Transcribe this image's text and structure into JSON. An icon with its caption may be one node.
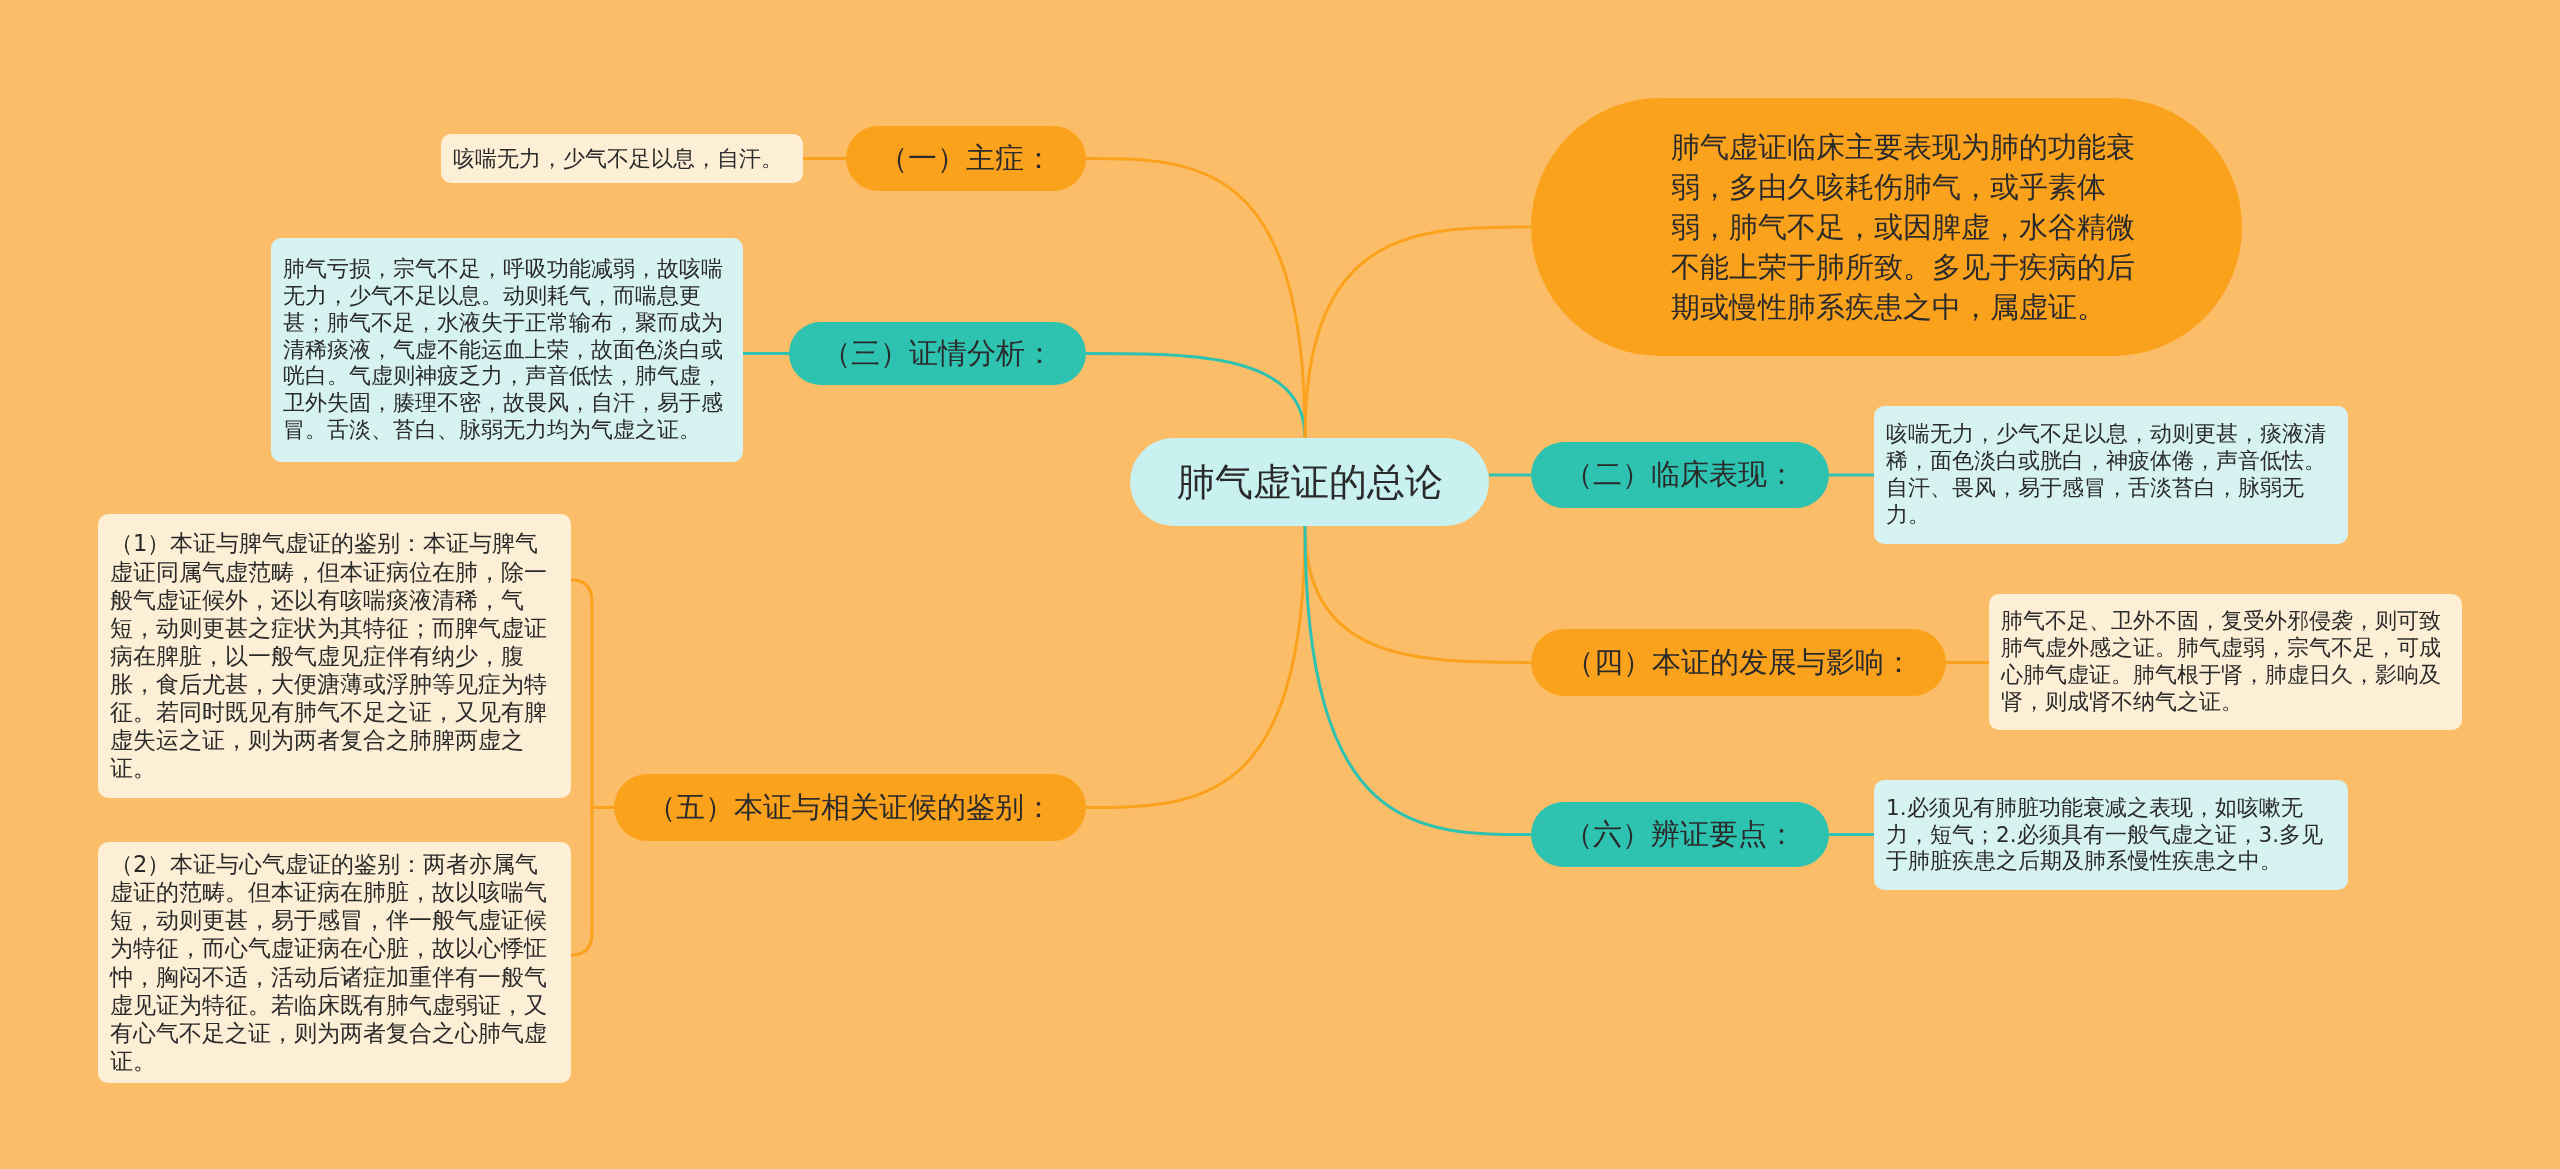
{
  "diagram": {
    "nodes": [
      {
        "text": [
          "肺气虚证的总论"
        ]
      },
      {
        "text": [
          "（一）主症："
        ]
      },
      {
        "text": [
          "咳喘无力，少气不足以息，自汗。"
        ]
      },
      {
        "text": [
          "（三）证情分析："
        ]
      },
      {
        "text": [
          "肺气亏损，宗气不足，呼吸功能减弱，故咳喘无力，少气不足以息。动则耗气，而喘息更甚；肺气不足，水液失于正常输布，聚而成为清稀痰液，气虚不能运血上荣，故面色淡白或咣白。气虚则神疲乏力，声音低怯，肺气虚，卫外失固，腠理不密，故畏风，自汗，易于感冒。舌淡、苔白、脉弱无力均为气虚之证。"
        ]
      },
      {
        "text": [
          "（五）本证与相关证候的鉴别："
        ]
      },
      {
        "text": [
          "（1）本证与脾气虚证的鉴别：本证与脾气虚证同属气虚范畴，但本证病位在肺，除一般气虚证候外，还以有咳喘痰液清稀，气短，动则更甚之症状为其特征；而脾气虚证病在脾脏，以一般气虚见症伴有纳少，腹胀，食后尤甚，大便溏薄或浮肿等见症为特征。若同时既见有肺气不足之证，又见有脾虚失运之证，则为两者复合之肺脾两虚之证。"
        ]
      },
      {
        "text": [
          "（2）本证与心气虚证的鉴别：两者亦属气虚证的范畴。但本证病在肺脏，故以咳喘气短，动则更甚，易于感冒，伴一般气虚证候为特征，而心气虚证病在心脏，故以心悸怔忡，胸闷不适，活动后诸症加重伴有一般气虚见证为特征。若临床既有肺气虚弱证，又有心气不足之证，则为两者复合之心肺气虚证。"
        ]
      },
      {
        "text": [
          "肺气虚证临床主要表现为肺的功能衰弱，多由久咳耗伤肺气，或乎素体弱，肺气不足，或因脾虚，水谷精微不能上荣于肺所致。多见于疾病的后期或慢性肺系疾患之中，属虚证。"
        ]
      },
      {
        "text": [
          "（二）临床表现："
        ]
      },
      {
        "text": [
          "咳喘无力，少气不足以息，动则更甚，痰液清稀，面色淡白或胱白，神疲体倦，声音低怯。自汗、畏风，易于感冒，舌淡苔白，脉弱无力。"
        ]
      },
      {
        "text": [
          "（四）本证的发展与影响："
        ]
      },
      {
        "text": [
          "肺气不足、卫外不固，复受外邪侵袭，则可致肺气虚外感之证。肺气虚弱，宗气不足，可成心肺气虚证。肺气根于肾，肺虚日久，影响及肾，则成肾不纳气之证。"
        ]
      },
      {
        "text": [
          "（六）辨证要点："
        ]
      },
      {
        "text": [
          "1.必须见有肺脏功能衰减之表现，如咳嗽无力，短气；2.必须具有一般气虚之证，3.多见于肺脏疾患之后期及肺系慢性疾患之中。"
        ]
      }
    ],
    "edges": [
      {
        "from": 0,
        "to": 1,
        "arrow": "none"
      },
      {
        "from": 1,
        "to": 2,
        "arrow": "none"
      },
      {
        "from": 0,
        "to": 3,
        "arrow": "none",
        "color": "#2ec2b0"
      },
      {
        "from": 3,
        "to": 4,
        "arrow": "none",
        "color": "#2ec2b0"
      },
      {
        "from": 0,
        "to": 5,
        "arrow": "none"
      },
      {
        "from": 5,
        "to": 6,
        "arrow": "none"
      },
      {
        "from": 5,
        "to": 7,
        "arrow": "none"
      },
      {
        "from": 0,
        "to": 8,
        "arrow": "none"
      },
      {
        "from": 0,
        "to": 9,
        "arrow": "none",
        "color": "#2ec2b0"
      },
      {
        "from": 9,
        "to": 10,
        "arrow": "none",
        "color": "#2ec2b0"
      },
      {
        "from": 0,
        "to": 11,
        "arrow": "none"
      },
      {
        "from": 11,
        "to": 12,
        "arrow": "none"
      },
      {
        "from": 0,
        "to": 13,
        "arrow": "none",
        "color": "#2ec2b0"
      },
      {
        "from": 13,
        "to": 14,
        "arrow": "none",
        "color": "#2ec2b0"
      }
    ]
  }
}
